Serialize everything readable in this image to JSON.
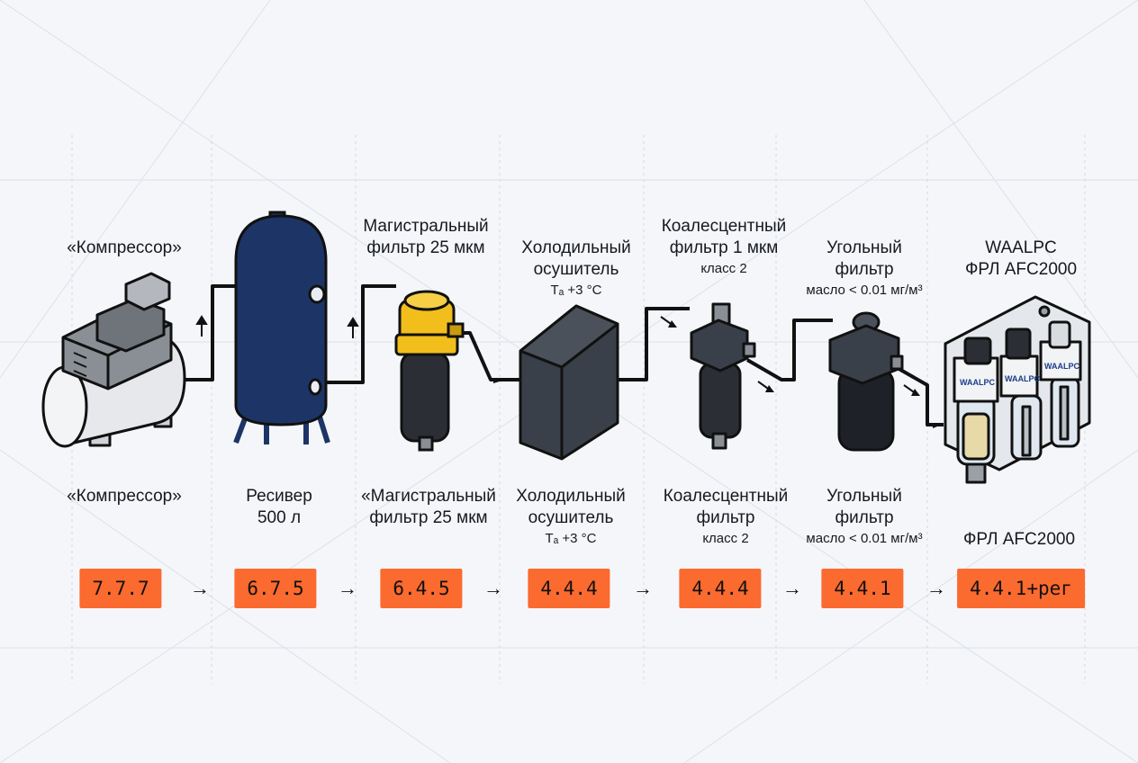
{
  "top_labels": [
    {
      "id": "compressor",
      "lines": [
        "«Компрессор»"
      ],
      "sub": ""
    },
    {
      "id": "main-filter",
      "lines": [
        "Магистральный",
        "фильтр 25 мкм"
      ],
      "sub": ""
    },
    {
      "id": "dryer",
      "lines": [
        "Холодильный",
        "осушитель"
      ],
      "sub": "Tₐ +3 °C"
    },
    {
      "id": "coalescent",
      "lines": [
        "Коалесцентный",
        "фильтр 1 мкм"
      ],
      "sub": "класс 2"
    },
    {
      "id": "carbon",
      "lines": [
        "Угольный",
        "фильтр"
      ],
      "sub": "масло < 0.01 мг/м³"
    },
    {
      "id": "frl",
      "lines": [
        "WAALPC",
        "ФРЛ AFC2000"
      ],
      "sub": ""
    }
  ],
  "bottom_labels": [
    {
      "id": "compressor",
      "lines": [
        "«Компрессор»"
      ],
      "sub": ""
    },
    {
      "id": "receiver",
      "lines": [
        "Ресивер",
        "500 л"
      ],
      "sub": ""
    },
    {
      "id": "main-filter",
      "lines": [
        "«Магистральный",
        "фильтр 25 мкм"
      ],
      "sub": ""
    },
    {
      "id": "dryer",
      "lines": [
        "Холодильный",
        "осушитель"
      ],
      "sub": "Tₐ +3 °C"
    },
    {
      "id": "coalescent",
      "lines": [
        "Коалесцентный",
        "фильтр"
      ],
      "sub": "класс 2"
    },
    {
      "id": "carbon",
      "lines": [
        "Угольный",
        "фильтр"
      ],
      "sub": "масло < 0.01 мг/м³"
    },
    {
      "id": "frl",
      "lines": [
        "ФРЛ AFC2000"
      ],
      "sub": ""
    }
  ],
  "classes": [
    "7.7.7",
    "6.7.5",
    "6.4.5",
    "4.4.4",
    "4.4.4",
    "4.4.1",
    "4.4.1+рег"
  ],
  "flow_arrow": "→",
  "flow_arrow_up": "↑",
  "brand_label": "WAALPC",
  "colors": {
    "badge": "#fb6a2f",
    "receiver": "#1d3466",
    "main_filter_head": "#f2be1c",
    "dark_body": "#2b2f35",
    "compressor_tank": "#e6e8ec",
    "compressor_motor": "#8a8f96"
  }
}
